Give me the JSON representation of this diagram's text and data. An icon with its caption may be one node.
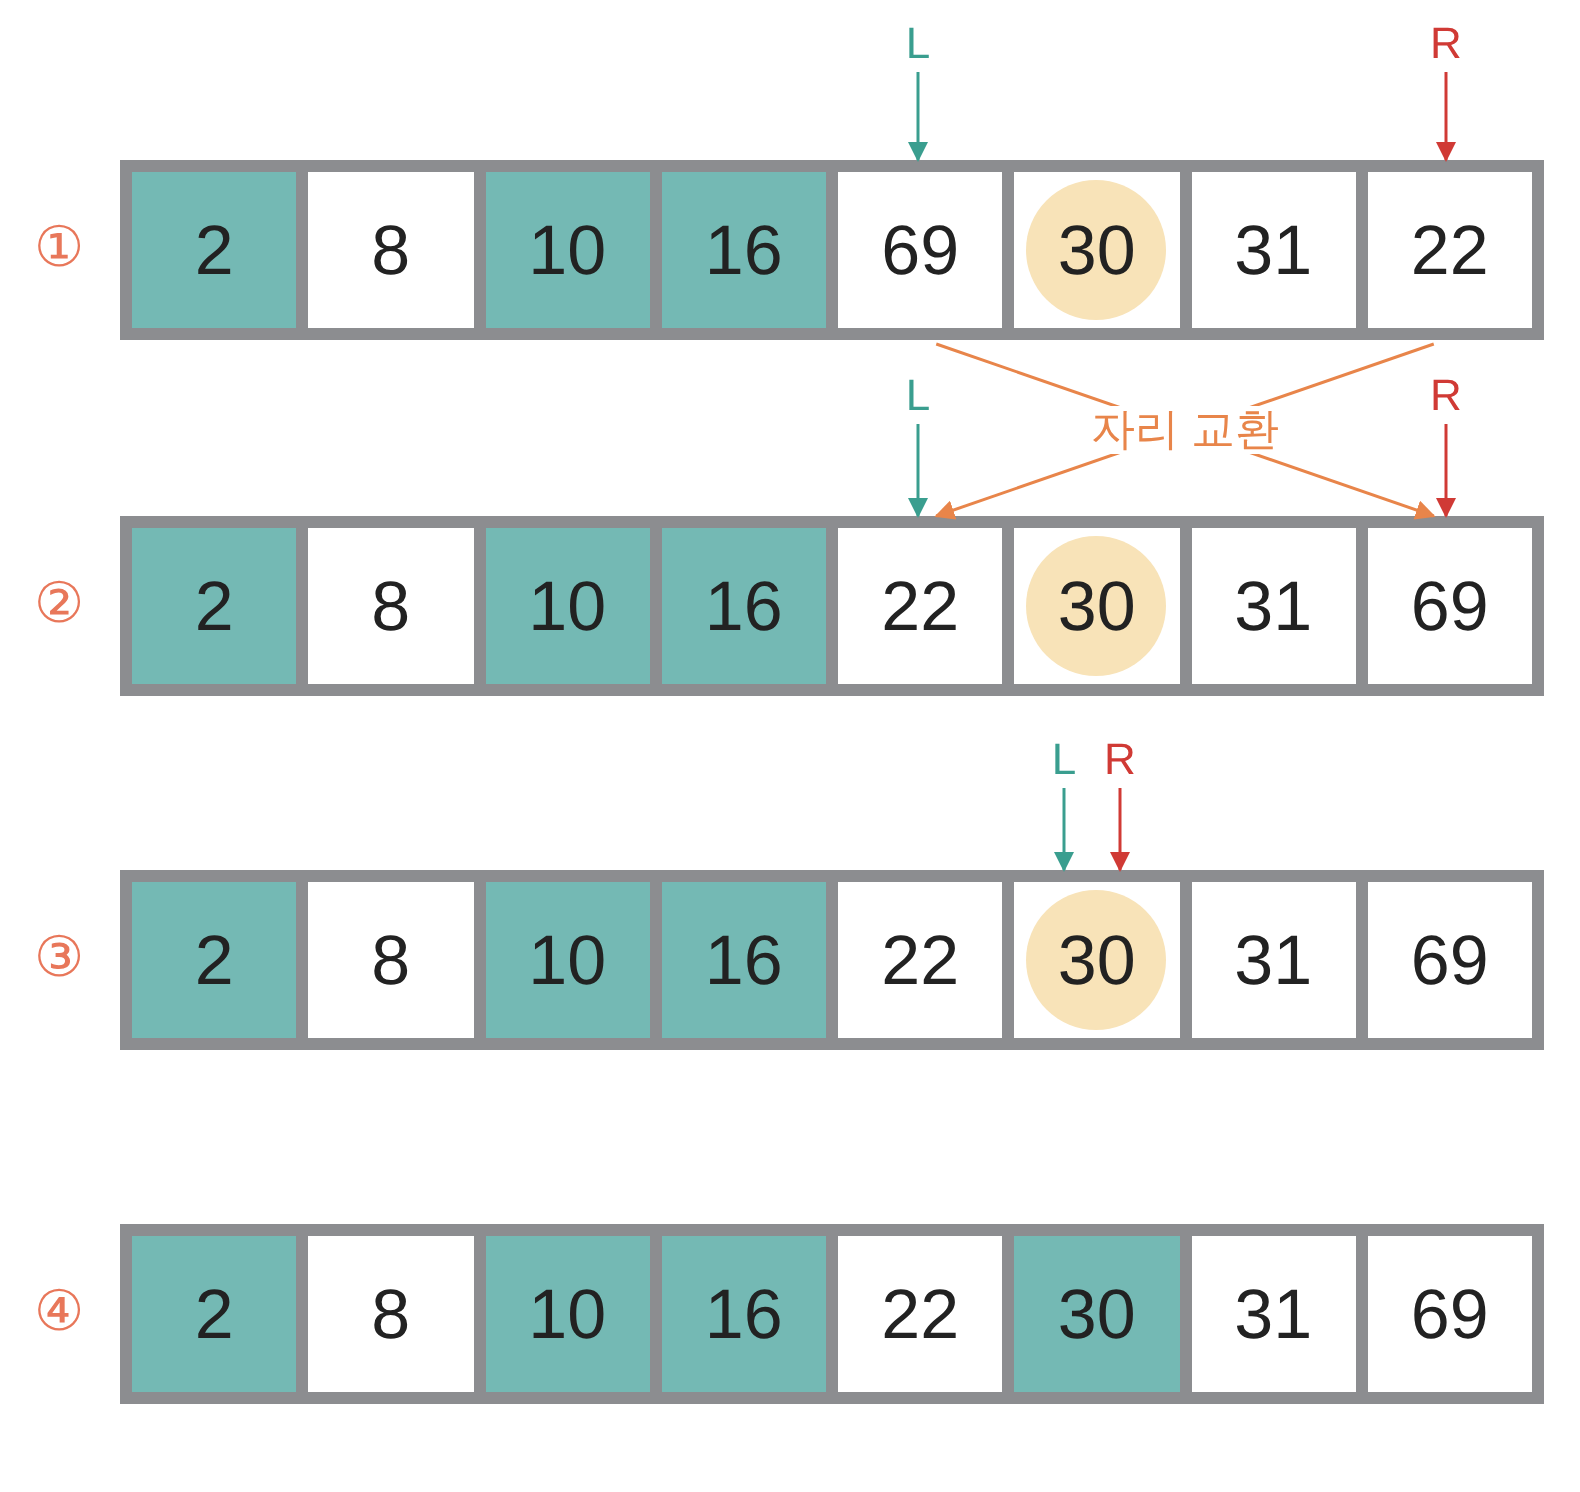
{
  "diagram": {
    "nodes": [
      {
        "text": [
          "L"
        ]
      },
      {
        "text": [
          "R"
        ]
      },
      {
        "text": [],
        "shape": "bar",
        "beside": [
          "①"
        ]
      },
      {
        "text": [
          "2"
        ],
        "in": 2
      },
      {
        "text": [
          "8"
        ],
        "in": 2
      },
      {
        "text": [
          "10"
        ],
        "in": 2
      },
      {
        "text": [
          "16"
        ],
        "in": 2
      },
      {
        "text": [
          "69"
        ],
        "in": 2
      },
      {
        "text": [
          "30"
        ],
        "in": 2
      },
      {
        "text": [
          "31"
        ],
        "in": 2
      },
      {
        "text": [
          "22"
        ],
        "in": 2
      },
      {
        "text": [
          "L"
        ]
      },
      {
        "text": [
          "R"
        ]
      },
      {
        "text": [],
        "shape": "bar",
        "beside": [
          "②"
        ]
      },
      {
        "text": [
          "2"
        ],
        "in": 13
      },
      {
        "text": [
          "8"
        ],
        "in": 13
      },
      {
        "text": [
          "10"
        ],
        "in": 13
      },
      {
        "text": [
          "16"
        ],
        "in": 13
      },
      {
        "text": [
          "22"
        ],
        "in": 13
      },
      {
        "text": [
          "30"
        ],
        "in": 13
      },
      {
        "text": [
          "31"
        ],
        "in": 13
      },
      {
        "text": [
          "69"
        ],
        "in": 13
      },
      {
        "text": [
          "L"
        ]
      },
      {
        "text": [
          "R"
        ]
      },
      {
        "text": [],
        "shape": "bar",
        "beside": [
          "③"
        ]
      },
      {
        "text": [
          "2"
        ],
        "in": 24
      },
      {
        "text": [
          "8"
        ],
        "in": 24
      },
      {
        "text": [
          "10"
        ],
        "in": 24
      },
      {
        "text": [
          "16"
        ],
        "in": 24
      },
      {
        "text": [
          "22"
        ],
        "in": 24
      },
      {
        "text": [
          "30"
        ],
        "in": 24
      },
      {
        "text": [
          "31"
        ],
        "in": 24
      },
      {
        "text": [
          "69"
        ],
        "in": 24
      },
      {
        "text": [],
        "shape": "bar",
        "beside": [
          "④"
        ]
      },
      {
        "text": [
          "2"
        ],
        "in": 33
      },
      {
        "text": [
          "8"
        ],
        "in": 33
      },
      {
        "text": [
          "10"
        ],
        "in": 33
      },
      {
        "text": [
          "16"
        ],
        "in": 33
      },
      {
        "text": [
          "22"
        ],
        "in": 33
      },
      {
        "text": [
          "30"
        ],
        "in": 33
      },
      {
        "text": [
          "31"
        ],
        "in": 33
      },
      {
        "text": [
          "69"
        ],
        "in": 33
      }
    ],
    "edges": [
      {
        "from": 0,
        "to": 7,
        "arrow": "to",
        "color": "#3a9e8f"
      },
      {
        "from": 1,
        "to": 10,
        "arrow": "to",
        "color": "#d03a35"
      },
      {
        "from": 7,
        "to": 21,
        "arrow": "to",
        "color": "#e8854a",
        "label": "자리 교환"
      },
      {
        "from": 10,
        "to": 18,
        "arrow": "to",
        "color": "#e8854a"
      },
      {
        "from": 11,
        "to": 18,
        "arrow": "to",
        "color": "#3a9e8f"
      },
      {
        "from": 12,
        "to": 21,
        "arrow": "to",
        "color": "#d03a35"
      },
      {
        "from": 22,
        "to": 30,
        "arrow": "to",
        "color": "#3a9e8f"
      },
      {
        "from": 23,
        "to": 30,
        "arrow": "to",
        "color": "#d03a35"
      }
    ]
  }
}
